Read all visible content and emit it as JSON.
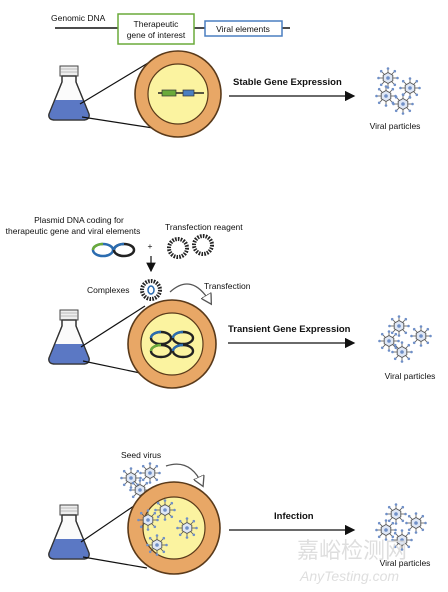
{
  "panel1": {
    "genomic_dna": "Genomic DNA",
    "therapeutic_line1": "Therapeutic",
    "therapeutic_line2": "gene of interest",
    "viral_elements": "Viral elements",
    "expression": "Stable Gene Expression",
    "output": "Viral particles"
  },
  "panel2": {
    "plasmid_line1": "Plasmid DNA coding for",
    "plasmid_line2": "therapeutic gene and viral elements",
    "plus": "+",
    "reagent": "Transfection reagent",
    "complexes": "Complexes",
    "transfection": "Transfection",
    "expression": "Transient Gene Expression",
    "output": "Viral particles"
  },
  "panel3": {
    "seed": "Seed virus",
    "expression": "Infection",
    "output": "Viral particles"
  },
  "watermark": {
    "cn": "嘉峪检测网",
    "en": "AnyTesting.com"
  },
  "colors": {
    "cell_outer": "#e8a766",
    "cell_border": "#5a3a1a",
    "nucleus": "#fbf3a0",
    "medium": "#5b78c4",
    "therapeutic_box": "#6aaa3a",
    "viral_box": "#4a7fc1",
    "virus": "#6f8fc7"
  }
}
